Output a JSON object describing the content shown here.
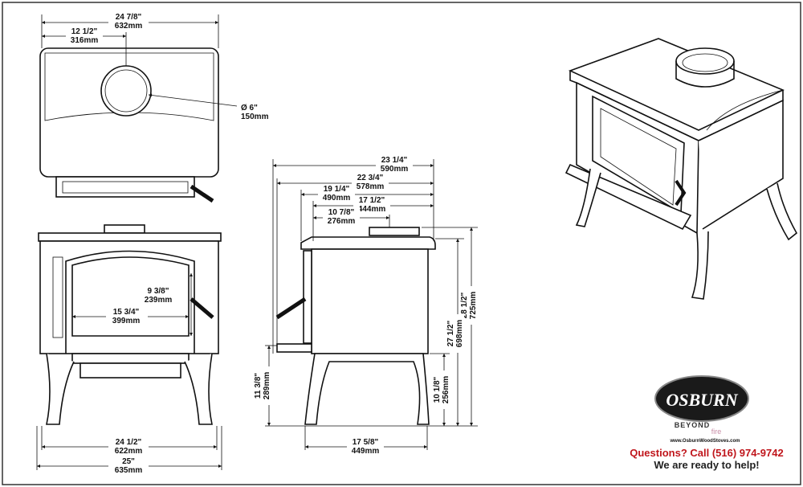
{
  "top_view": {
    "overall_width": {
      "imperial": "24 7/8\"",
      "metric": "632mm"
    },
    "flue_center": {
      "imperial": "12 1/2\"",
      "metric": "316mm"
    },
    "flue_diameter": {
      "imperial": "Ø 6\"",
      "metric": "150mm"
    }
  },
  "front_view": {
    "glass_height": {
      "imperial": "9 3/8\"",
      "metric": "239mm"
    },
    "glass_width": {
      "imperial": "15 3/4\"",
      "metric": "399mm"
    },
    "leg_width": {
      "imperial": "24 1/2\"",
      "metric": "622mm"
    },
    "overall_width": {
      "imperial": "25\"",
      "metric": "635mm"
    }
  },
  "side_view": {
    "overall_depth": {
      "imperial": "23 1/4\"",
      "metric": "590mm"
    },
    "depth_2": {
      "imperial": "22 3/4\"",
      "metric": "578mm"
    },
    "depth_3": {
      "imperial": "19 1/4\"",
      "metric": "490mm"
    },
    "depth_4": {
      "imperial": "17 1/2\"",
      "metric": "444mm"
    },
    "flue_from_back": {
      "imperial": "10 7/8\"",
      "metric": "276mm"
    },
    "overall_height": {
      "imperial": "28 1/2\"",
      "metric": "725mm"
    },
    "top_height": {
      "imperial": "27 1/2\"",
      "metric": "698mm"
    },
    "floor_to_bottom": {
      "imperial": "10 1/8\"",
      "metric": "256mm"
    },
    "floor_to_door": {
      "imperial": "11 3/8\"",
      "metric": "289mm"
    },
    "leg_depth": {
      "imperial": "17 5/8\"",
      "metric": "449mm"
    }
  },
  "branding": {
    "logo": "OSBURN",
    "tagline_1": "BEYOND",
    "tagline_2": "fire",
    "website": "www.OsburnWoodStoves.com",
    "phone_line": "Questions? Call (516) 974-9742",
    "help_line": "We are ready to help!",
    "accent_color": "#c0161c"
  }
}
